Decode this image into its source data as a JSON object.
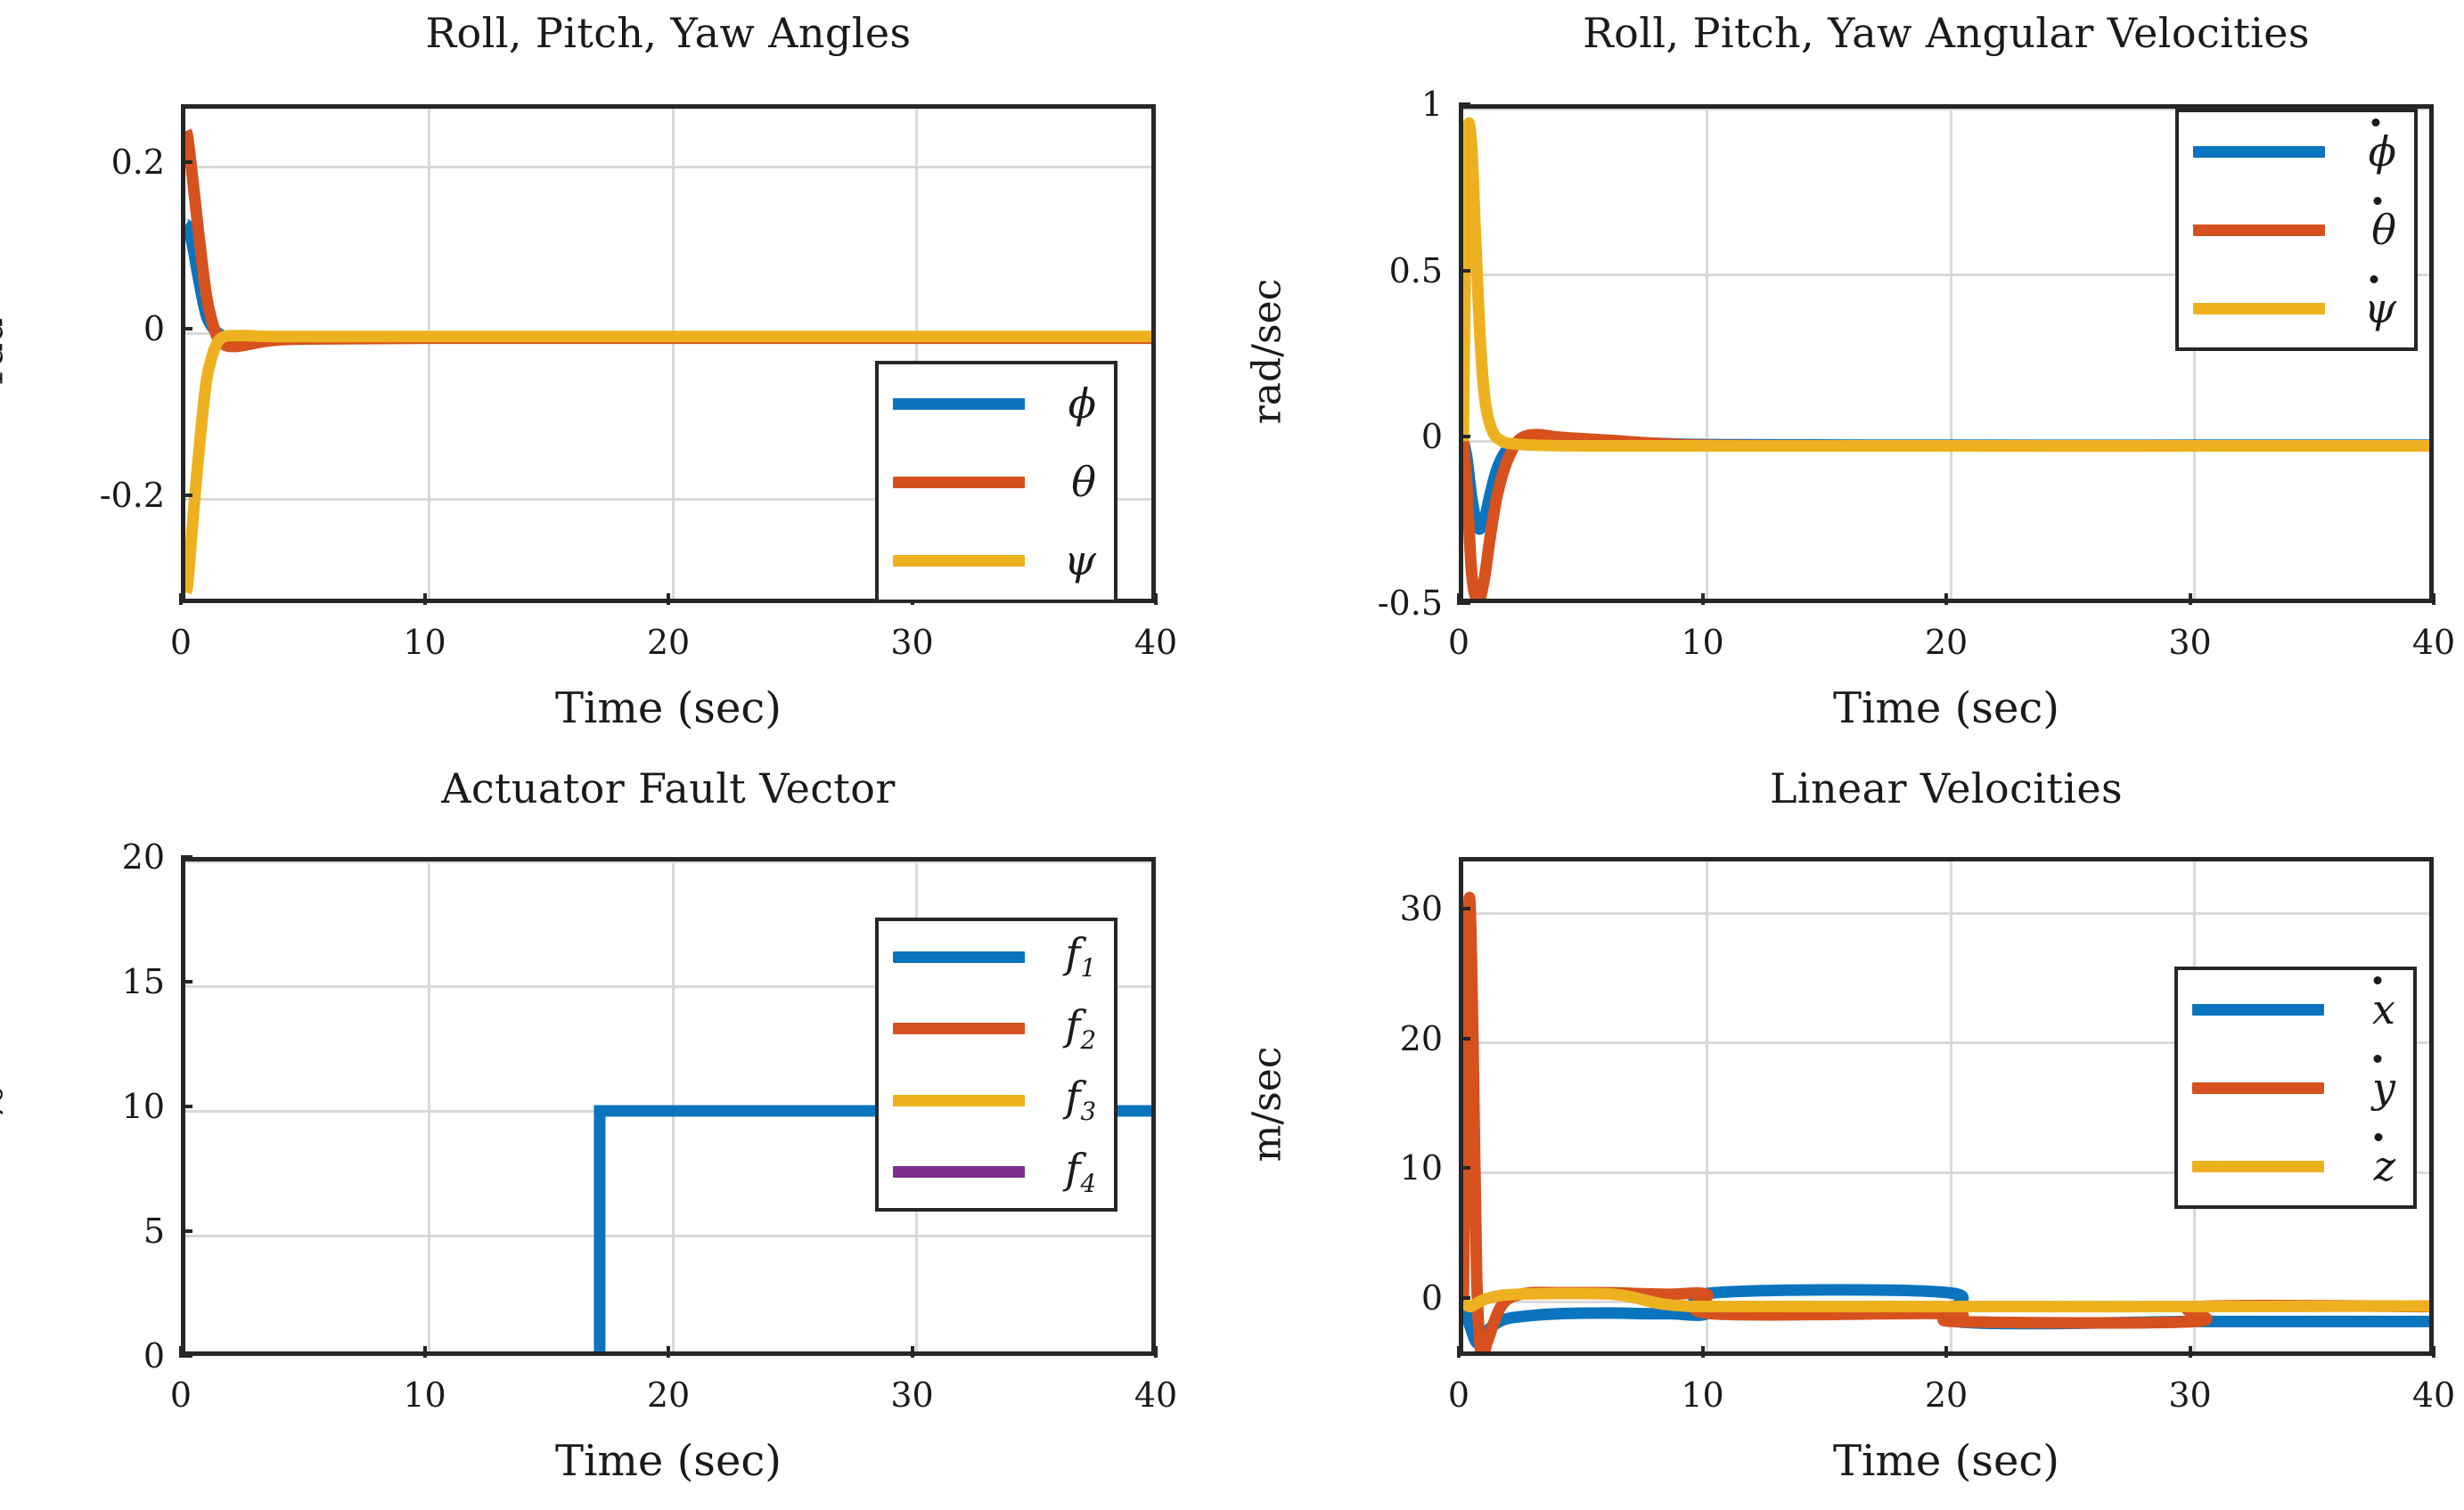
{
  "figure": {
    "xlabel": "Time (sec)",
    "background": "#ffffff",
    "colors": {
      "blue": "#0B74BE",
      "orange": "#D6511E",
      "yellow": "#EDB120",
      "purple": "#7E2F8E",
      "axis": "#262626",
      "grid": "#d9d9d9"
    }
  },
  "chart_data": [
    {
      "id": "angles",
      "type": "line",
      "title": "Roll, Pitch, Yaw Angles",
      "xlabel": "Time (sec)",
      "ylabel": "rad",
      "xlim": [
        0,
        40
      ],
      "ylim": [
        -0.33,
        0.27
      ],
      "xticks": [
        0,
        10,
        20,
        30,
        40
      ],
      "xticklabels": [
        "0",
        "10",
        "20",
        "30",
        "40"
      ],
      "yticks": [
        0.2,
        0,
        -0.2
      ],
      "yticklabels": [
        "0.2",
        "0",
        "-0.2"
      ],
      "grid": true,
      "legend_position": "lower-right",
      "series": [
        {
          "name": "phi",
          "label": "ϕ",
          "color": "#0B74BE",
          "x": [
            0,
            0.1,
            0.3,
            0.5,
            0.8,
            1.0,
            1.3,
            1.6,
            2.0,
            2.5,
            3.5,
            5,
            10,
            20,
            30,
            40
          ],
          "y": [
            0.13,
            0.128,
            0.105,
            0.072,
            0.028,
            0.012,
            0.001,
            -0.004,
            -0.006,
            -0.006,
            -0.005,
            -0.005,
            -0.005,
            -0.005,
            -0.005,
            -0.005
          ]
        },
        {
          "name": "theta",
          "label": "θ",
          "color": "#D6511E",
          "x": [
            0,
            0.1,
            0.3,
            0.5,
            0.8,
            1.0,
            1.3,
            1.6,
            2.0,
            2.5,
            3.5,
            5,
            10,
            20,
            30,
            40
          ],
          "y": [
            0.243,
            0.235,
            0.185,
            0.132,
            0.058,
            0.025,
            -0.004,
            -0.014,
            -0.016,
            -0.014,
            -0.009,
            -0.007,
            -0.006,
            -0.006,
            -0.006,
            -0.006
          ]
        },
        {
          "name": "psi",
          "label": "ψ",
          "color": "#EDB120",
          "x": [
            0,
            0.1,
            0.3,
            0.5,
            0.8,
            1.0,
            1.3,
            1.6,
            2.0,
            2.5,
            3.5,
            5,
            10,
            20,
            30,
            40
          ],
          "y": [
            -0.312,
            -0.3,
            -0.228,
            -0.16,
            -0.072,
            -0.038,
            -0.012,
            -0.004,
            -0.003,
            -0.003,
            -0.004,
            -0.004,
            -0.004,
            -0.004,
            -0.004,
            -0.004
          ]
        }
      ]
    },
    {
      "id": "angular-velocities",
      "type": "line",
      "title": "Roll, Pitch, Yaw Angular Velocities",
      "xlabel": "Time (sec)",
      "ylabel": "rad/sec",
      "xlim": [
        0,
        40
      ],
      "ylim": [
        -0.5,
        1.0
      ],
      "xticks": [
        0,
        10,
        20,
        30,
        40
      ],
      "xticklabels": [
        "0",
        "10",
        "20",
        "30",
        "40"
      ],
      "yticks": [
        1,
        0.5,
        0,
        -0.5
      ],
      "yticklabels": [
        "1",
        "0.5",
        "0",
        "-0.5"
      ],
      "grid": true,
      "legend_position": "upper-right",
      "series": [
        {
          "name": "phi-dot",
          "label": "ϕ",
          "accent": "dot",
          "color": "#0B74BE",
          "x": [
            0,
            0.15,
            0.35,
            0.6,
            0.85,
            1.1,
            1.4,
            1.8,
            2.3,
            3.0,
            4.0,
            6,
            10,
            20,
            30,
            40
          ],
          "y": [
            0.0,
            -0.05,
            -0.17,
            -0.26,
            -0.24,
            -0.16,
            -0.08,
            -0.025,
            0.0,
            0.005,
            0.003,
            0.0,
            -0.01,
            -0.012,
            -0.012,
            -0.012
          ]
        },
        {
          "name": "theta-dot",
          "label": "θ",
          "accent": "dot",
          "color": "#D6511E",
          "x": [
            0,
            0.15,
            0.35,
            0.6,
            0.85,
            1.1,
            1.4,
            1.8,
            2.3,
            3.0,
            4.0,
            6,
            10,
            20,
            30,
            40
          ],
          "y": [
            0.0,
            -0.14,
            -0.4,
            -0.48,
            -0.42,
            -0.29,
            -0.16,
            -0.06,
            0.005,
            0.02,
            0.012,
            0.003,
            -0.012,
            -0.014,
            -0.014,
            -0.014
          ]
        },
        {
          "name": "psi-dot",
          "label": "ψ",
          "accent": "dot",
          "color": "#EDB120",
          "x": [
            0,
            0.1,
            0.2,
            0.35,
            0.5,
            0.7,
            0.9,
            1.2,
            1.6,
            2.1,
            3.0,
            5,
            10,
            20,
            30,
            40
          ],
          "y": [
            0.0,
            0.62,
            0.94,
            0.88,
            0.62,
            0.3,
            0.12,
            0.03,
            0.0,
            -0.008,
            -0.012,
            -0.014,
            -0.014,
            -0.014,
            -0.014,
            -0.014
          ]
        }
      ]
    },
    {
      "id": "actuator-fault-vector",
      "type": "line",
      "title": "Actuator Fault Vector",
      "xlabel": "Time (sec)",
      "ylabel": "%",
      "xlim": [
        0,
        40
      ],
      "ylim": [
        0,
        20
      ],
      "xticks": [
        0,
        10,
        20,
        30,
        40
      ],
      "xticklabels": [
        "0",
        "10",
        "20",
        "30",
        "40"
      ],
      "yticks": [
        0,
        5,
        10,
        15,
        20
      ],
      "yticklabels": [
        "0",
        "5",
        "10",
        "15",
        "20"
      ],
      "grid": true,
      "legend_position": "middle-right",
      "step_time": 17,
      "step_value": 10,
      "series": [
        {
          "name": "f1",
          "label": "f",
          "sub": "1",
          "color": "#0B74BE",
          "x": [
            0,
            17,
            17,
            40
          ],
          "y": [
            0,
            0,
            10,
            10
          ]
        },
        {
          "name": "f2",
          "label": "f",
          "sub": "2",
          "color": "#D6511E",
          "x": [
            0,
            40
          ],
          "y": [
            0,
            0
          ]
        },
        {
          "name": "f3",
          "label": "f",
          "sub": "3",
          "color": "#EDB120",
          "x": [
            0,
            40
          ],
          "y": [
            0,
            0
          ]
        },
        {
          "name": "f4",
          "label": "f",
          "sub": "4",
          "color": "#7E2F8E",
          "x": [
            0,
            40
          ],
          "y": [
            0,
            0
          ]
        }
      ]
    },
    {
      "id": "linear-velocities",
      "type": "line",
      "title": "Linear Velocities",
      "xlabel": "Time (sec)",
      "ylabel": "m/sec",
      "xlim": [
        0,
        40
      ],
      "ylim": [
        -4.5,
        34
      ],
      "xticks": [
        0,
        10,
        20,
        30,
        40
      ],
      "xticklabels": [
        "0",
        "10",
        "20",
        "30",
        "40"
      ],
      "yticks": [
        0,
        10,
        20,
        30
      ],
      "yticklabels": [
        "0",
        "10",
        "20",
        "30"
      ],
      "grid": true,
      "legend_position": "upper-right",
      "series": [
        {
          "name": "x-dot",
          "label": "x",
          "accent": "dot",
          "color": "#0B74BE",
          "x": [
            0,
            0.3,
            0.6,
            1.0,
            1.6,
            2.5,
            4,
            6,
            7.5,
            8.5,
            10,
            10.2,
            20,
            20.2,
            30,
            30.2,
            40
          ],
          "y": [
            0,
            -2.0,
            -3.2,
            -2.2,
            -1.4,
            -1.1,
            -0.9,
            -0.85,
            -0.9,
            -0.9,
            -0.9,
            0.7,
            0.7,
            -1.5,
            -1.5,
            -1.5,
            -1.5
          ]
        },
        {
          "name": "y-dot",
          "label": "y",
          "accent": "dot",
          "color": "#D6511E",
          "x": [
            0,
            0.12,
            0.25,
            0.4,
            0.55,
            0.75,
            1.0,
            1.6,
            2.5,
            4,
            6,
            7,
            8.5,
            10,
            10.2,
            20,
            20.2,
            30,
            30.2,
            40
          ],
          "y": [
            0,
            18,
            31.2,
            20,
            2,
            -4.2,
            -3.0,
            -0.2,
            0.65,
            0.72,
            0.72,
            0.66,
            0.6,
            0.58,
            -0.9,
            -0.9,
            -1.5,
            -1.5,
            -0.35,
            -0.35
          ]
        },
        {
          "name": "z-dot",
          "label": "z",
          "accent": "dot",
          "color": "#EDB120",
          "x": [
            0,
            0.3,
            0.8,
            1.5,
            2.5,
            4,
            6,
            7,
            8,
            9,
            10,
            15,
            20,
            30,
            40
          ],
          "y": [
            0,
            -0.35,
            0.15,
            0.5,
            0.62,
            0.66,
            0.62,
            0.35,
            -0.1,
            -0.3,
            -0.35,
            -0.35,
            -0.35,
            -0.35,
            -0.3
          ]
        }
      ]
    }
  ]
}
